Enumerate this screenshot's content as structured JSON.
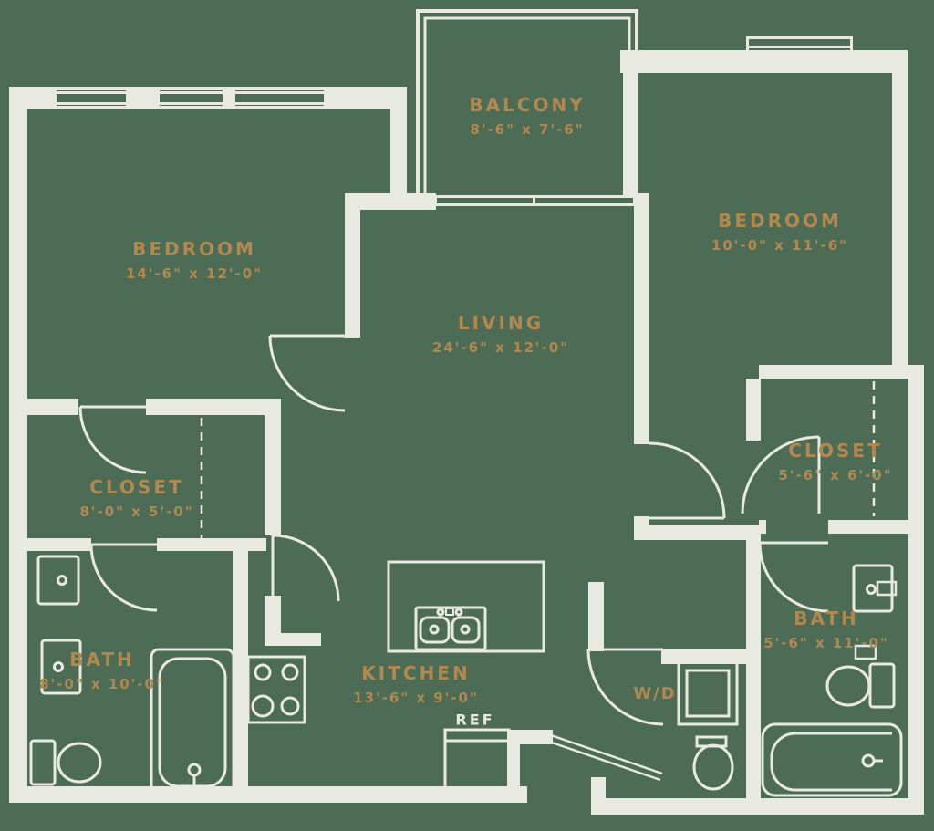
{
  "floorplan": {
    "colors": {
      "background": "#4d6c56",
      "walls": "#e8e9e1",
      "label": "#b3884f"
    },
    "rooms": {
      "balcony": {
        "name": "BALCONY",
        "dims": "8'-6\" x 7'-6\""
      },
      "bedroom_left": {
        "name": "BEDROOM",
        "dims": "14'-6\" x 12'-0\""
      },
      "bedroom_right": {
        "name": "BEDROOM",
        "dims": "10'-0\" x 11'-6\""
      },
      "living": {
        "name": "LIVING",
        "dims": "24'-6\" x 12'-0\""
      },
      "closet_left": {
        "name": "CLOSET",
        "dims": "8'-0\" x 5'-0\""
      },
      "closet_right": {
        "name": "CLOSET",
        "dims": "5'-6\" x 6'-0\""
      },
      "bath_left": {
        "name": "BATH",
        "dims": "8'-0\" x 10'-0\""
      },
      "bath_right": {
        "name": "BATH",
        "dims": "5'-6\" x 11'-0\""
      },
      "kitchen": {
        "name": "KITCHEN",
        "dims": "13'-6\" x 9'-0\""
      }
    },
    "appliances": {
      "washer_dryer": "W/D",
      "refrigerator": "REF"
    }
  }
}
